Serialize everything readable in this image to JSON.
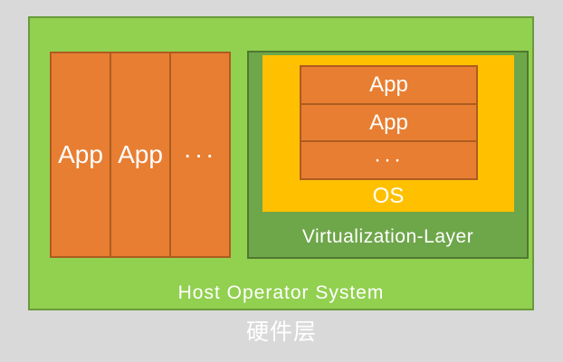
{
  "colors": {
    "background": "#d9d9d9",
    "host_fill": "#92d050",
    "host_border": "#699b3c",
    "virtualization_fill": "#6ea64a",
    "virtualization_border": "#50792f",
    "os_fill": "#ffc000",
    "app_fill": "#e87e32",
    "app_border": "#ad5c20",
    "text": "#ffffff"
  },
  "host_box": {
    "label": "Host Operator System"
  },
  "host_apps": {
    "items": [
      {
        "label": "App"
      },
      {
        "label": "App"
      },
      {
        "label": "···"
      }
    ]
  },
  "virtualization_box": {
    "label": "Virtualization-Layer"
  },
  "os_box": {
    "label": "OS"
  },
  "guest_apps": {
    "items": [
      {
        "label": "App"
      },
      {
        "label": "App"
      },
      {
        "label": "···"
      }
    ]
  },
  "hardware_label": "硬件层"
}
